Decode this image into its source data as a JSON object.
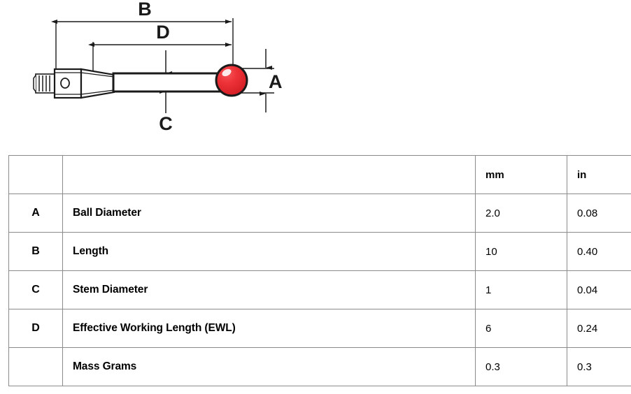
{
  "diagram": {
    "title": "touch probe stylus technical drawing",
    "ball_color": "#ED3237",
    "line_color": "#1a1a1a",
    "dimension_labels": {
      "A": "A",
      "B": "B",
      "C": "C",
      "D": "D"
    }
  },
  "table": {
    "columns": [
      "",
      "",
      "mm",
      "in"
    ],
    "header": {
      "letter": "",
      "description": "",
      "mm": "mm",
      "in": "in"
    },
    "rows": [
      {
        "letter": "A",
        "description": "Ball Diameter",
        "mm": "2.0",
        "in": "0.08"
      },
      {
        "letter": "B",
        "description": "Length",
        "mm": "10",
        "in": "0.40"
      },
      {
        "letter": "C",
        "description": "Stem Diameter",
        "mm": "1",
        "in": "0.04"
      },
      {
        "letter": "D",
        "description": "Effective Working Length (EWL)",
        "mm": "6",
        "in": "0.24"
      },
      {
        "letter": "",
        "description": "Mass Grams",
        "mm": "0.3",
        "in": "0.3"
      }
    ]
  }
}
